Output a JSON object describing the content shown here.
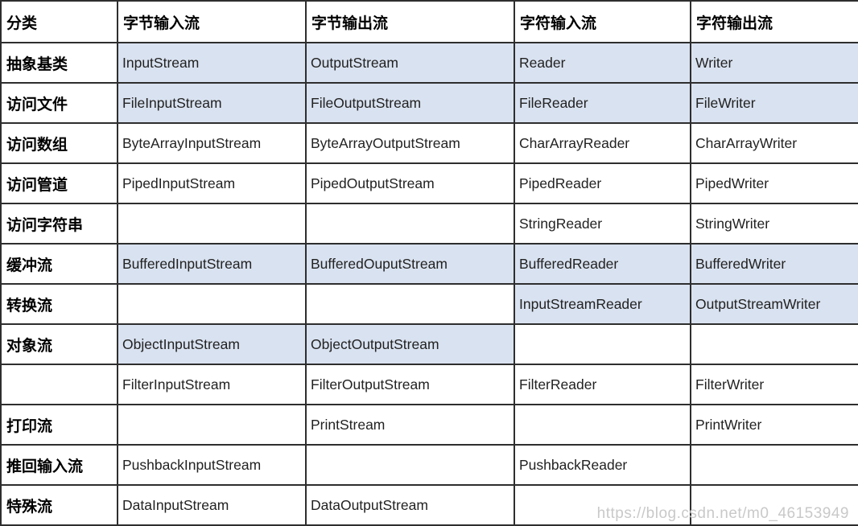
{
  "table": {
    "columns": [
      "分类",
      "字节输入流",
      "字节输出流",
      "字符输入流",
      "字符输出流"
    ],
    "rows": [
      {
        "category": "抽象基类",
        "cells": [
          "InputStream",
          "OutputStream",
          "Reader",
          "Writer"
        ],
        "highlight": [
          true,
          true,
          true,
          true
        ]
      },
      {
        "category": "访问文件",
        "cells": [
          "FileInputStream",
          "FileOutputStream",
          "FileReader",
          "FileWriter"
        ],
        "highlight": [
          true,
          true,
          true,
          true
        ]
      },
      {
        "category": "访问数组",
        "cells": [
          "ByteArrayInputStream",
          "ByteArrayOutputStream",
          "CharArrayReader",
          "CharArrayWriter"
        ],
        "highlight": [
          false,
          false,
          false,
          false
        ]
      },
      {
        "category": "访问管道",
        "cells": [
          "PipedInputStream",
          "PipedOutputStream",
          "PipedReader",
          "PipedWriter"
        ],
        "highlight": [
          false,
          false,
          false,
          false
        ]
      },
      {
        "category": "访问字符串",
        "cells": [
          "",
          "",
          "StringReader",
          "StringWriter"
        ],
        "highlight": [
          false,
          false,
          false,
          false
        ]
      },
      {
        "category": "缓冲流",
        "cells": [
          "BufferedInputStream",
          "BufferedOuputStream",
          "BufferedReader",
          "BufferedWriter"
        ],
        "highlight": [
          true,
          true,
          true,
          true
        ]
      },
      {
        "category": "转换流",
        "cells": [
          "",
          "",
          "InputStreamReader",
          "OutputStreamWriter"
        ],
        "highlight": [
          false,
          false,
          true,
          true
        ]
      },
      {
        "category": "对象流",
        "cells": [
          "ObjectInputStream",
          "ObjectOutputStream",
          "",
          ""
        ],
        "highlight": [
          true,
          true,
          false,
          false
        ]
      },
      {
        "category": "",
        "cells": [
          "FilterInputStream",
          "FilterOutputStream",
          "FilterReader",
          "FilterWriter"
        ],
        "highlight": [
          false,
          false,
          false,
          false
        ]
      },
      {
        "category": "打印流",
        "cells": [
          "",
          "PrintStream",
          "",
          "PrintWriter"
        ],
        "highlight": [
          false,
          false,
          false,
          false
        ]
      },
      {
        "category": "推回输入流",
        "cells": [
          "PushbackInputStream",
          "",
          "PushbackReader",
          ""
        ],
        "highlight": [
          false,
          false,
          false,
          false
        ]
      },
      {
        "category": "特殊流",
        "cells": [
          "DataInputStream",
          "DataOutputStream",
          "",
          ""
        ],
        "highlight": [
          false,
          false,
          false,
          false
        ]
      }
    ]
  },
  "watermark": "https://blog.csdn.net/m0_46153949",
  "colors": {
    "highlight_cell": "#d9e2f0",
    "border": "#2e2e2e",
    "text": "#222222",
    "watermark": "#c9c9c9"
  }
}
